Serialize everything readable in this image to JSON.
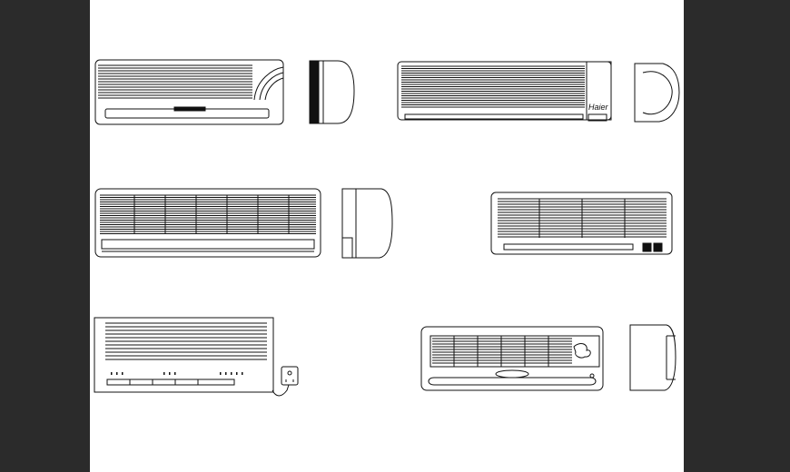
{
  "drawing": {
    "background": "#2b2b2b",
    "sheet": "#ffffff",
    "stroke": "#111111",
    "units": [
      {
        "id": "unit-1-front",
        "view": "front"
      },
      {
        "id": "unit-1-side",
        "view": "side"
      },
      {
        "id": "unit-2-front",
        "view": "front",
        "brand": "Haier"
      },
      {
        "id": "unit-2-side",
        "view": "side"
      },
      {
        "id": "unit-3-front",
        "view": "front"
      },
      {
        "id": "unit-3-side",
        "view": "side"
      },
      {
        "id": "unit-4-front",
        "view": "front"
      },
      {
        "id": "unit-5-front",
        "view": "front",
        "accessory": "wall-plug"
      },
      {
        "id": "unit-6-front",
        "view": "front"
      },
      {
        "id": "unit-6-side",
        "view": "side"
      }
    ]
  }
}
